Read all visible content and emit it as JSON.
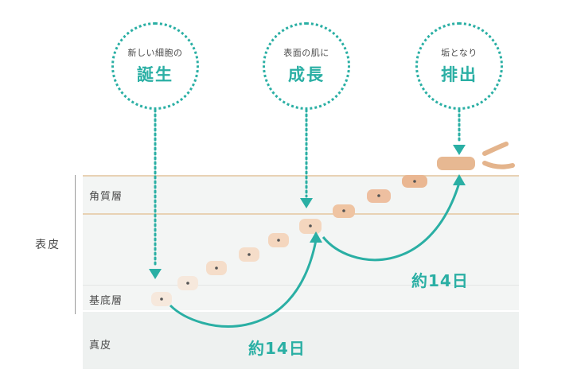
{
  "bubbles": [
    {
      "small": "新しい細胞の",
      "big": "誕生"
    },
    {
      "small": "表面の肌に",
      "big": "成長"
    },
    {
      "small": "垢となり",
      "big": "排出"
    }
  ],
  "layers": {
    "stratum_corneum": "角質層",
    "basal": "基底層",
    "dermis": "真皮",
    "epidermis": "表皮"
  },
  "cycle_labels": [
    "約14日",
    "約14日"
  ],
  "colors": {
    "accent": "#2aafa4",
    "layer_fill": "#f3f5f4",
    "layer_line": "#e4c9a6"
  }
}
